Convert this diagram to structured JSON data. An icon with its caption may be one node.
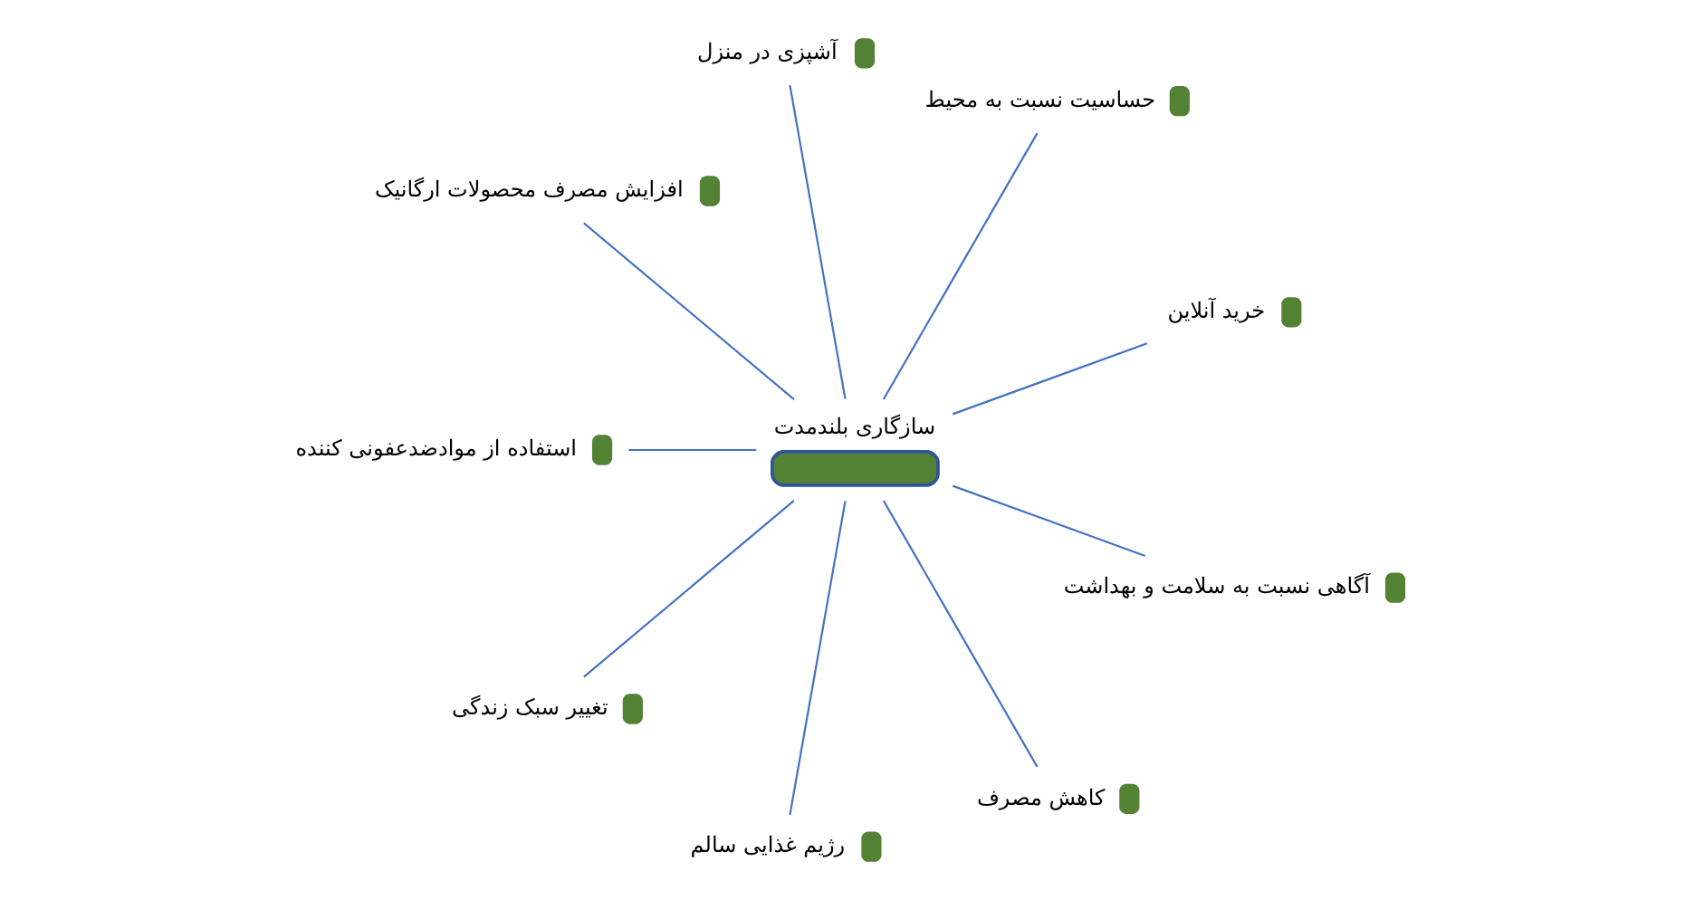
{
  "diagram": {
    "nodes": [
      {
        "text": [
          "سازگاری بلندمدت"
        ]
      },
      {
        "text": [
          "خرید آنلاین"
        ]
      },
      {
        "text": [
          "حساسیت نسبت به محیط"
        ]
      },
      {
        "text": [
          "آشپزی در منزل"
        ]
      },
      {
        "text": [
          "افزایش مصرف محصولات ارگانیک"
        ]
      },
      {
        "text": [
          "استفاده از موادضدعفونی کننده"
        ]
      },
      {
        "text": [
          "تغییر سبک زندگی"
        ]
      },
      {
        "text": [
          "رژیم غذایی سالم"
        ]
      },
      {
        "text": [
          "کاهش مصرف"
        ]
      },
      {
        "text": [
          "آگاهی نسبت به سلامت و بهداشت"
        ]
      }
    ],
    "edges": [
      {
        "from": 0,
        "to": 1,
        "arrow": "none"
      },
      {
        "from": 0,
        "to": 2,
        "arrow": "none"
      },
      {
        "from": 0,
        "to": 3,
        "arrow": "none"
      },
      {
        "from": 0,
        "to": 4,
        "arrow": "none"
      },
      {
        "from": 0,
        "to": 5,
        "arrow": "none"
      },
      {
        "from": 0,
        "to": 6,
        "arrow": "none"
      },
      {
        "from": 0,
        "to": 7,
        "arrow": "none"
      },
      {
        "from": 0,
        "to": 8,
        "arrow": "none"
      },
      {
        "from": 0,
        "to": 9,
        "arrow": "none"
      }
    ]
  }
}
